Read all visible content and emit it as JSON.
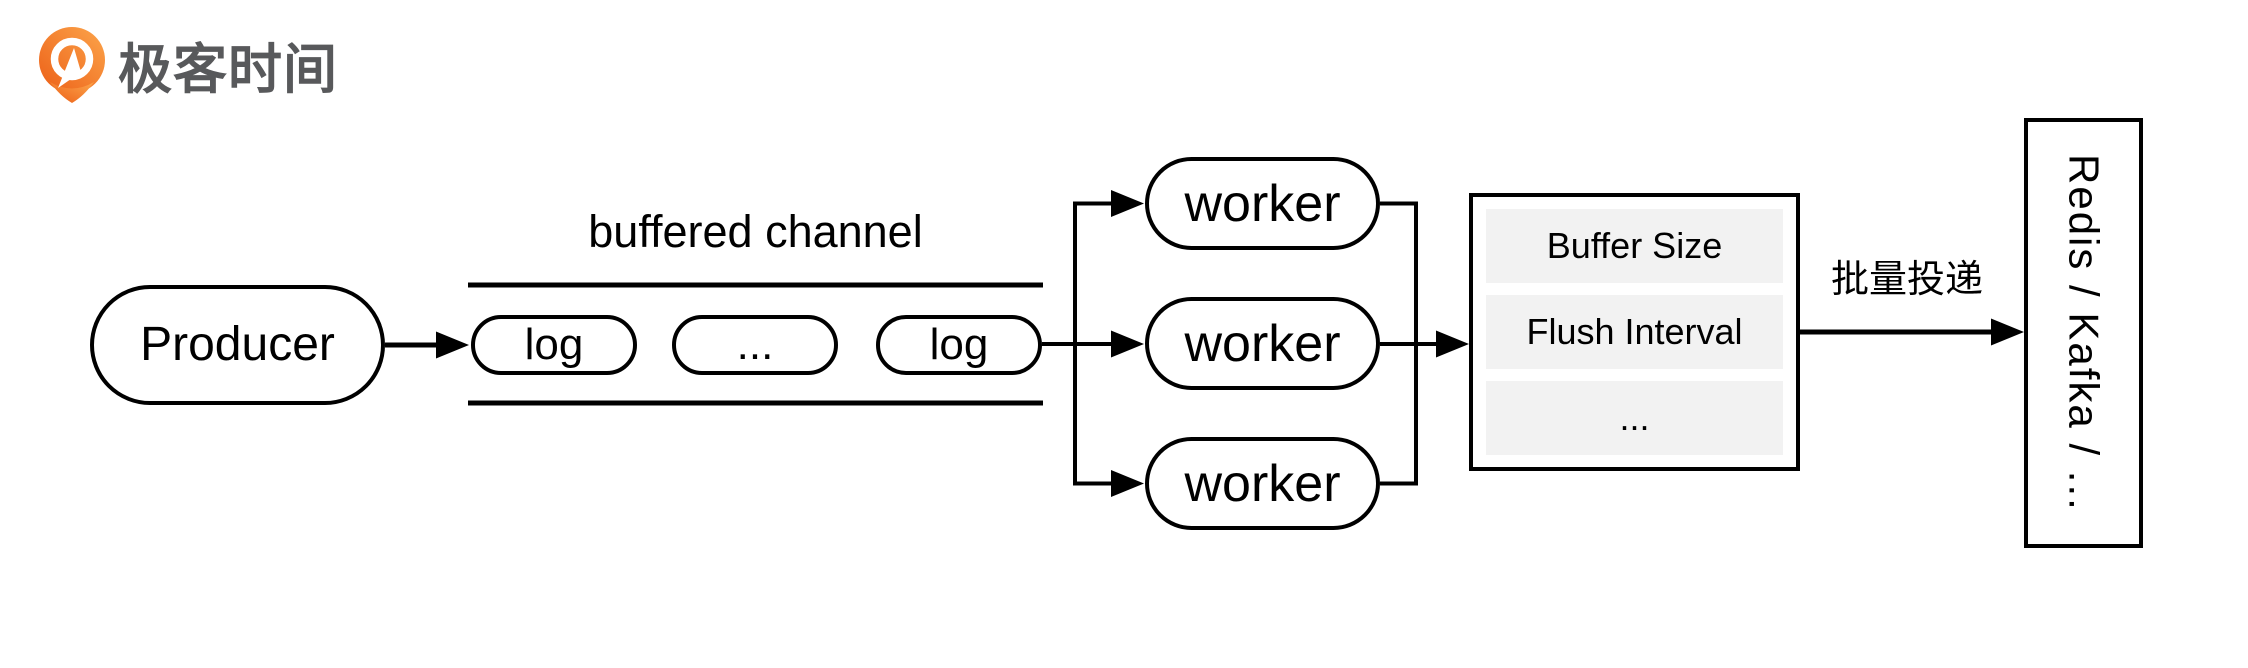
{
  "logo": {
    "text": "极客时间",
    "colors": {
      "orange_light": "#fca54b",
      "orange_dark": "#ec5f17",
      "text_gray": "#58595b"
    }
  },
  "diagram": {
    "stroke_color": "#000000",
    "producer": {
      "label": "Producer"
    },
    "channel": {
      "title": "buffered channel",
      "items": [
        {
          "label": "log"
        },
        {
          "label": "..."
        },
        {
          "label": "log"
        }
      ]
    },
    "workers": [
      {
        "label": "worker"
      },
      {
        "label": "worker"
      },
      {
        "label": "worker"
      }
    ],
    "config_box": {
      "row_bg": "#f2f2f2",
      "rows": [
        {
          "label": "Buffer Size"
        },
        {
          "label": "Flush Interval"
        },
        {
          "label": "..."
        }
      ]
    },
    "delivery_arrow_label": "批量投递",
    "sink": {
      "label": "Redis / Kafka / ..."
    }
  }
}
